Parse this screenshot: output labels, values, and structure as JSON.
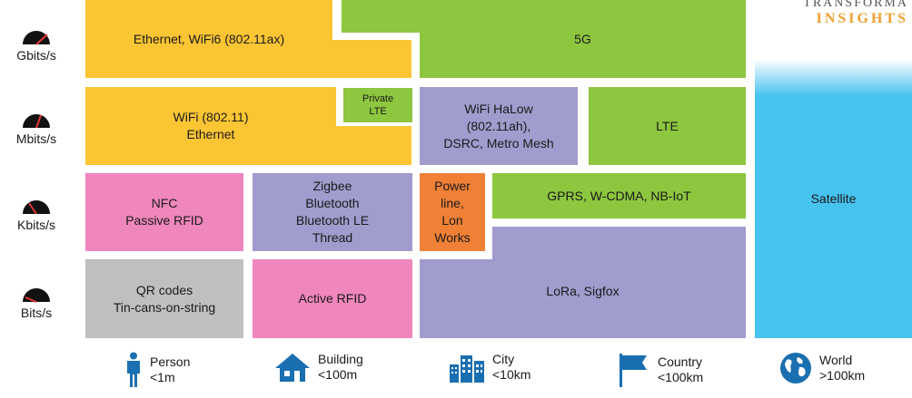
{
  "logo": {
    "top": "TRANSFORMA",
    "bottom": "INSIGHTS"
  },
  "speeds": [
    {
      "label": "Gbits/s"
    },
    {
      "label": "Mbits/s"
    },
    {
      "label": "Kbits/s"
    },
    {
      "label": "Bits/s"
    }
  ],
  "technologies": {
    "ethernet_wifi6": "Ethernet, WiFi6 (802.11ax)",
    "fiveg": "5G",
    "wifi_ethernet": "WiFi (802.11)\nEthernet",
    "private_lte": "Private\nLTE",
    "wifi_halow": "WiFi HaLow\n(802.11ah),\nDSRC, Metro Mesh",
    "lte": "LTE",
    "satellite": "Satellite",
    "nfc": "NFC\nPassive RFID",
    "zigbee": "Zigbee\nBluetooth\nBluetooth LE\nThread",
    "powerline": "Power\nline,\nLon\nWorks",
    "gprs": "GPRS, W-CDMA, NB-IoT",
    "qr": "QR codes\nTin-cans-on-string",
    "active_rfid": "Active RFID",
    "lora": "LoRa, Sigfox"
  },
  "scales": [
    {
      "label": "Person\n<1m",
      "icon": "person-icon"
    },
    {
      "label": "Building\n<100m",
      "icon": "house-icon"
    },
    {
      "label": "City\n<10km",
      "icon": "city-icon"
    },
    {
      "label": "Country\n<100km",
      "icon": "flag-icon"
    },
    {
      "label": "World\n>100km",
      "icon": "globe-icon"
    }
  ],
  "colors": {
    "yellow": "#fcc534",
    "green": "#8dc63f",
    "purple": "#a09ccd",
    "pink": "#ef86bc",
    "gray": "#bfbfbf",
    "orange": "#f08036",
    "blue": "#47c3ef",
    "icon": "#1a6fb0"
  }
}
